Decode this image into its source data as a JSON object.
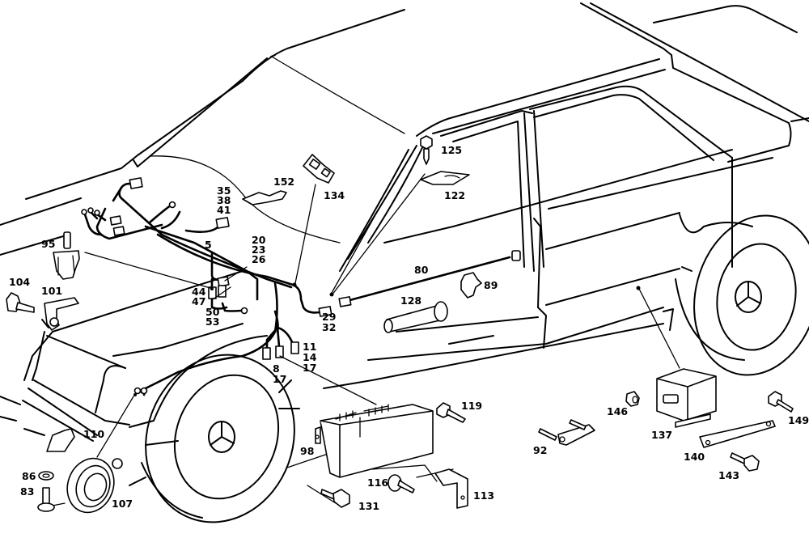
{
  "diagram": {
    "subject": "Passenger car electrical wiring harness exploded parts diagram",
    "callouts": [
      {
        "id": "c5",
        "lines": [
          "5"
        ]
      },
      {
        "id": "c8",
        "lines": [
          "8",
          "17"
        ]
      },
      {
        "id": "c11",
        "lines": [
          "11",
          "14",
          "17"
        ]
      },
      {
        "id": "c20",
        "lines": [
          "20",
          "23",
          "26"
        ]
      },
      {
        "id": "c29",
        "lines": [
          "29",
          "32"
        ]
      },
      {
        "id": "c35",
        "lines": [
          "35",
          "38",
          "41"
        ]
      },
      {
        "id": "c44",
        "lines": [
          "44",
          "47"
        ]
      },
      {
        "id": "c50",
        "lines": [
          "50",
          "53"
        ]
      },
      {
        "id": "c80",
        "lines": [
          "80"
        ]
      },
      {
        "id": "c83",
        "lines": [
          "83"
        ]
      },
      {
        "id": "c86",
        "lines": [
          "86"
        ]
      },
      {
        "id": "c89",
        "lines": [
          "89"
        ]
      },
      {
        "id": "c92",
        "lines": [
          "92"
        ]
      },
      {
        "id": "c95",
        "lines": [
          "95"
        ]
      },
      {
        "id": "c98",
        "lines": [
          "98"
        ]
      },
      {
        "id": "c101",
        "lines": [
          "101"
        ]
      },
      {
        "id": "c104",
        "lines": [
          "104"
        ]
      },
      {
        "id": "c107",
        "lines": [
          "107"
        ]
      },
      {
        "id": "c110",
        "lines": [
          "110"
        ]
      },
      {
        "id": "c113",
        "lines": [
          "113"
        ]
      },
      {
        "id": "c116",
        "lines": [
          "116"
        ]
      },
      {
        "id": "c119",
        "lines": [
          "119"
        ]
      },
      {
        "id": "c122",
        "lines": [
          "122"
        ]
      },
      {
        "id": "c125",
        "lines": [
          "125"
        ]
      },
      {
        "id": "c128",
        "lines": [
          "128"
        ]
      },
      {
        "id": "c131",
        "lines": [
          "131"
        ]
      },
      {
        "id": "c134",
        "lines": [
          "134"
        ]
      },
      {
        "id": "c137",
        "lines": [
          "137"
        ]
      },
      {
        "id": "c140",
        "lines": [
          "140"
        ]
      },
      {
        "id": "c143",
        "lines": [
          "143"
        ]
      },
      {
        "id": "c146",
        "lines": [
          "146"
        ]
      },
      {
        "id": "c149",
        "lines": [
          "149"
        ]
      },
      {
        "id": "c152",
        "lines": [
          "152"
        ]
      }
    ]
  }
}
